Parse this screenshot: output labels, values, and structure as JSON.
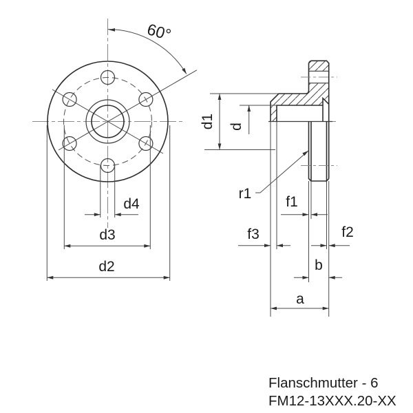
{
  "drawing": {
    "background": "#ffffff",
    "line_color": "#333333",
    "front_view": {
      "name": "flange front view",
      "angle_label": "60°",
      "bolt_hole_count": 6,
      "dims": {
        "d4": "d4",
        "d3": "d3",
        "d2": "d2"
      }
    },
    "section_view": {
      "name": "flange nut half-section side view",
      "dims": {
        "d1": "d1",
        "d": "d",
        "r1": "r1",
        "f1": "f1",
        "f2": "f2",
        "f3": "f3",
        "b": "b",
        "a": "a"
      }
    },
    "title_block": {
      "line1": "Flanschmutter - 6",
      "line2": "FM12-13XXX.20-XX"
    }
  }
}
